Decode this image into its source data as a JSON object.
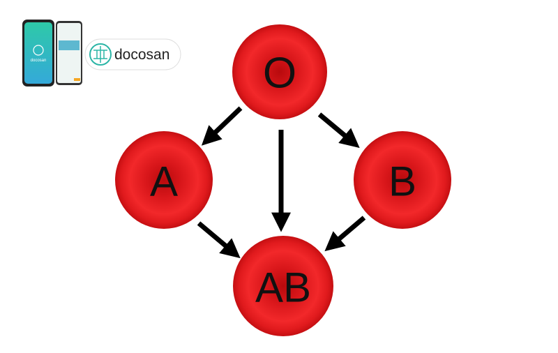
{
  "brand": {
    "name": "docosan",
    "phone_app_name": "docosan",
    "colors": {
      "teal": "#2bb5a6",
      "text": "#222222"
    }
  },
  "diagram": {
    "title": "Blood type compatibility",
    "nodes": [
      {
        "id": "O",
        "label": "O"
      },
      {
        "id": "A",
        "label": "A"
      },
      {
        "id": "B",
        "label": "B"
      },
      {
        "id": "AB",
        "label": "AB"
      }
    ],
    "edges": [
      {
        "from": "O",
        "to": "A"
      },
      {
        "from": "O",
        "to": "AB"
      },
      {
        "from": "O",
        "to": "B"
      },
      {
        "from": "A",
        "to": "AB"
      },
      {
        "from": "B",
        "to": "AB"
      }
    ],
    "colors": {
      "cell": "#e8161b",
      "cell_dark": "#a8070a",
      "arrow": "#000000"
    }
  }
}
